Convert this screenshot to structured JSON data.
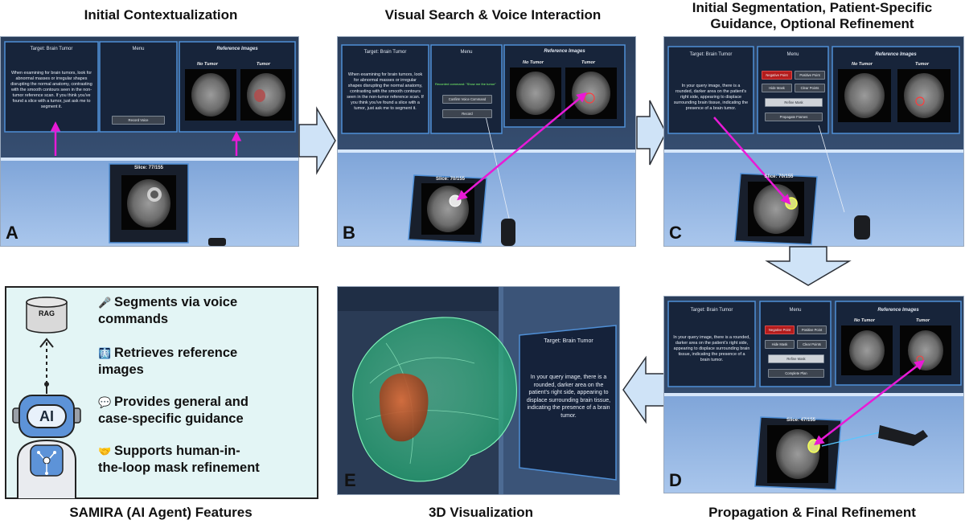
{
  "titles": {
    "a": "Initial Contextualization",
    "b": "Visual Search & Voice Interaction",
    "c_line1": "Initial Segmentation,  Patient-Specific",
    "c_line2": "Guidance, Optional Refinement",
    "d": "Propagation & Final Refinement",
    "e": "3D Visualization",
    "features": "SAMIRA (AI Agent) Features"
  },
  "letters": {
    "a": "A",
    "b": "B",
    "c": "C",
    "d": "D",
    "e": "E"
  },
  "panels": {
    "target_title": "Target: Brain Tumor",
    "menu_title": "Menu",
    "reference_title": "Reference Images",
    "no_tumor": "No Tumor",
    "tumor": "Tumor",
    "general_guidance": "When examining for brain tumors, look for abnormal masses or irregular shapes disrupting the normal anatomy, contrasting with the smooth contours seen in the non-tumor reference scan. If you think you've found a slice with a tumor, just ask me to segment it.",
    "specific_guidance": "In your query image, there is a rounded, darker area on the patient's right side, appearing to displace surrounding brain tissue, indicating the presence of a brain tumor."
  },
  "buttons": {
    "record_voice": "Record Voice",
    "record": "Record",
    "confirm_voice": "Confirm Voice Command",
    "negative_point": "Negative Point",
    "positive_point": "Positive Point",
    "hide_mask": "Hide Mask",
    "clear_points": "Clear Points",
    "refine_mask": "Refine Mask",
    "propagate_frames": "Propagate Frames",
    "complete_plan": "Complete Plan"
  },
  "status": {
    "recorded": "Recorded command: \"Show me the tumor\""
  },
  "slices": {
    "a": "Slice: 77/155",
    "b": "Slice: 70/155",
    "c": "Slice: 70/155",
    "d": "Slice: 47/155"
  },
  "features_box": {
    "rag_label": "RAG",
    "ai_label": "AI",
    "items": [
      {
        "icon": "🎤",
        "line1": "Segments via voice",
        "line2": "commands"
      },
      {
        "icon": "🩻",
        "line1": "Retrieves reference",
        "line2": "images"
      },
      {
        "icon": "💬",
        "line1": "Provides general and",
        "line2": "case-specific guidance"
      },
      {
        "icon": "🤝",
        "line1": "Supports human-in-",
        "line2": "the-loop mask refinement"
      }
    ]
  },
  "colors": {
    "arrow_fill": "#cfe3f7",
    "arrow_stroke": "#2b2f36",
    "pointer": "#e81ad6",
    "features_bg": "#e3f5f5",
    "panel_bg": "#17243a",
    "panel_border": "#4f8fd6"
  }
}
